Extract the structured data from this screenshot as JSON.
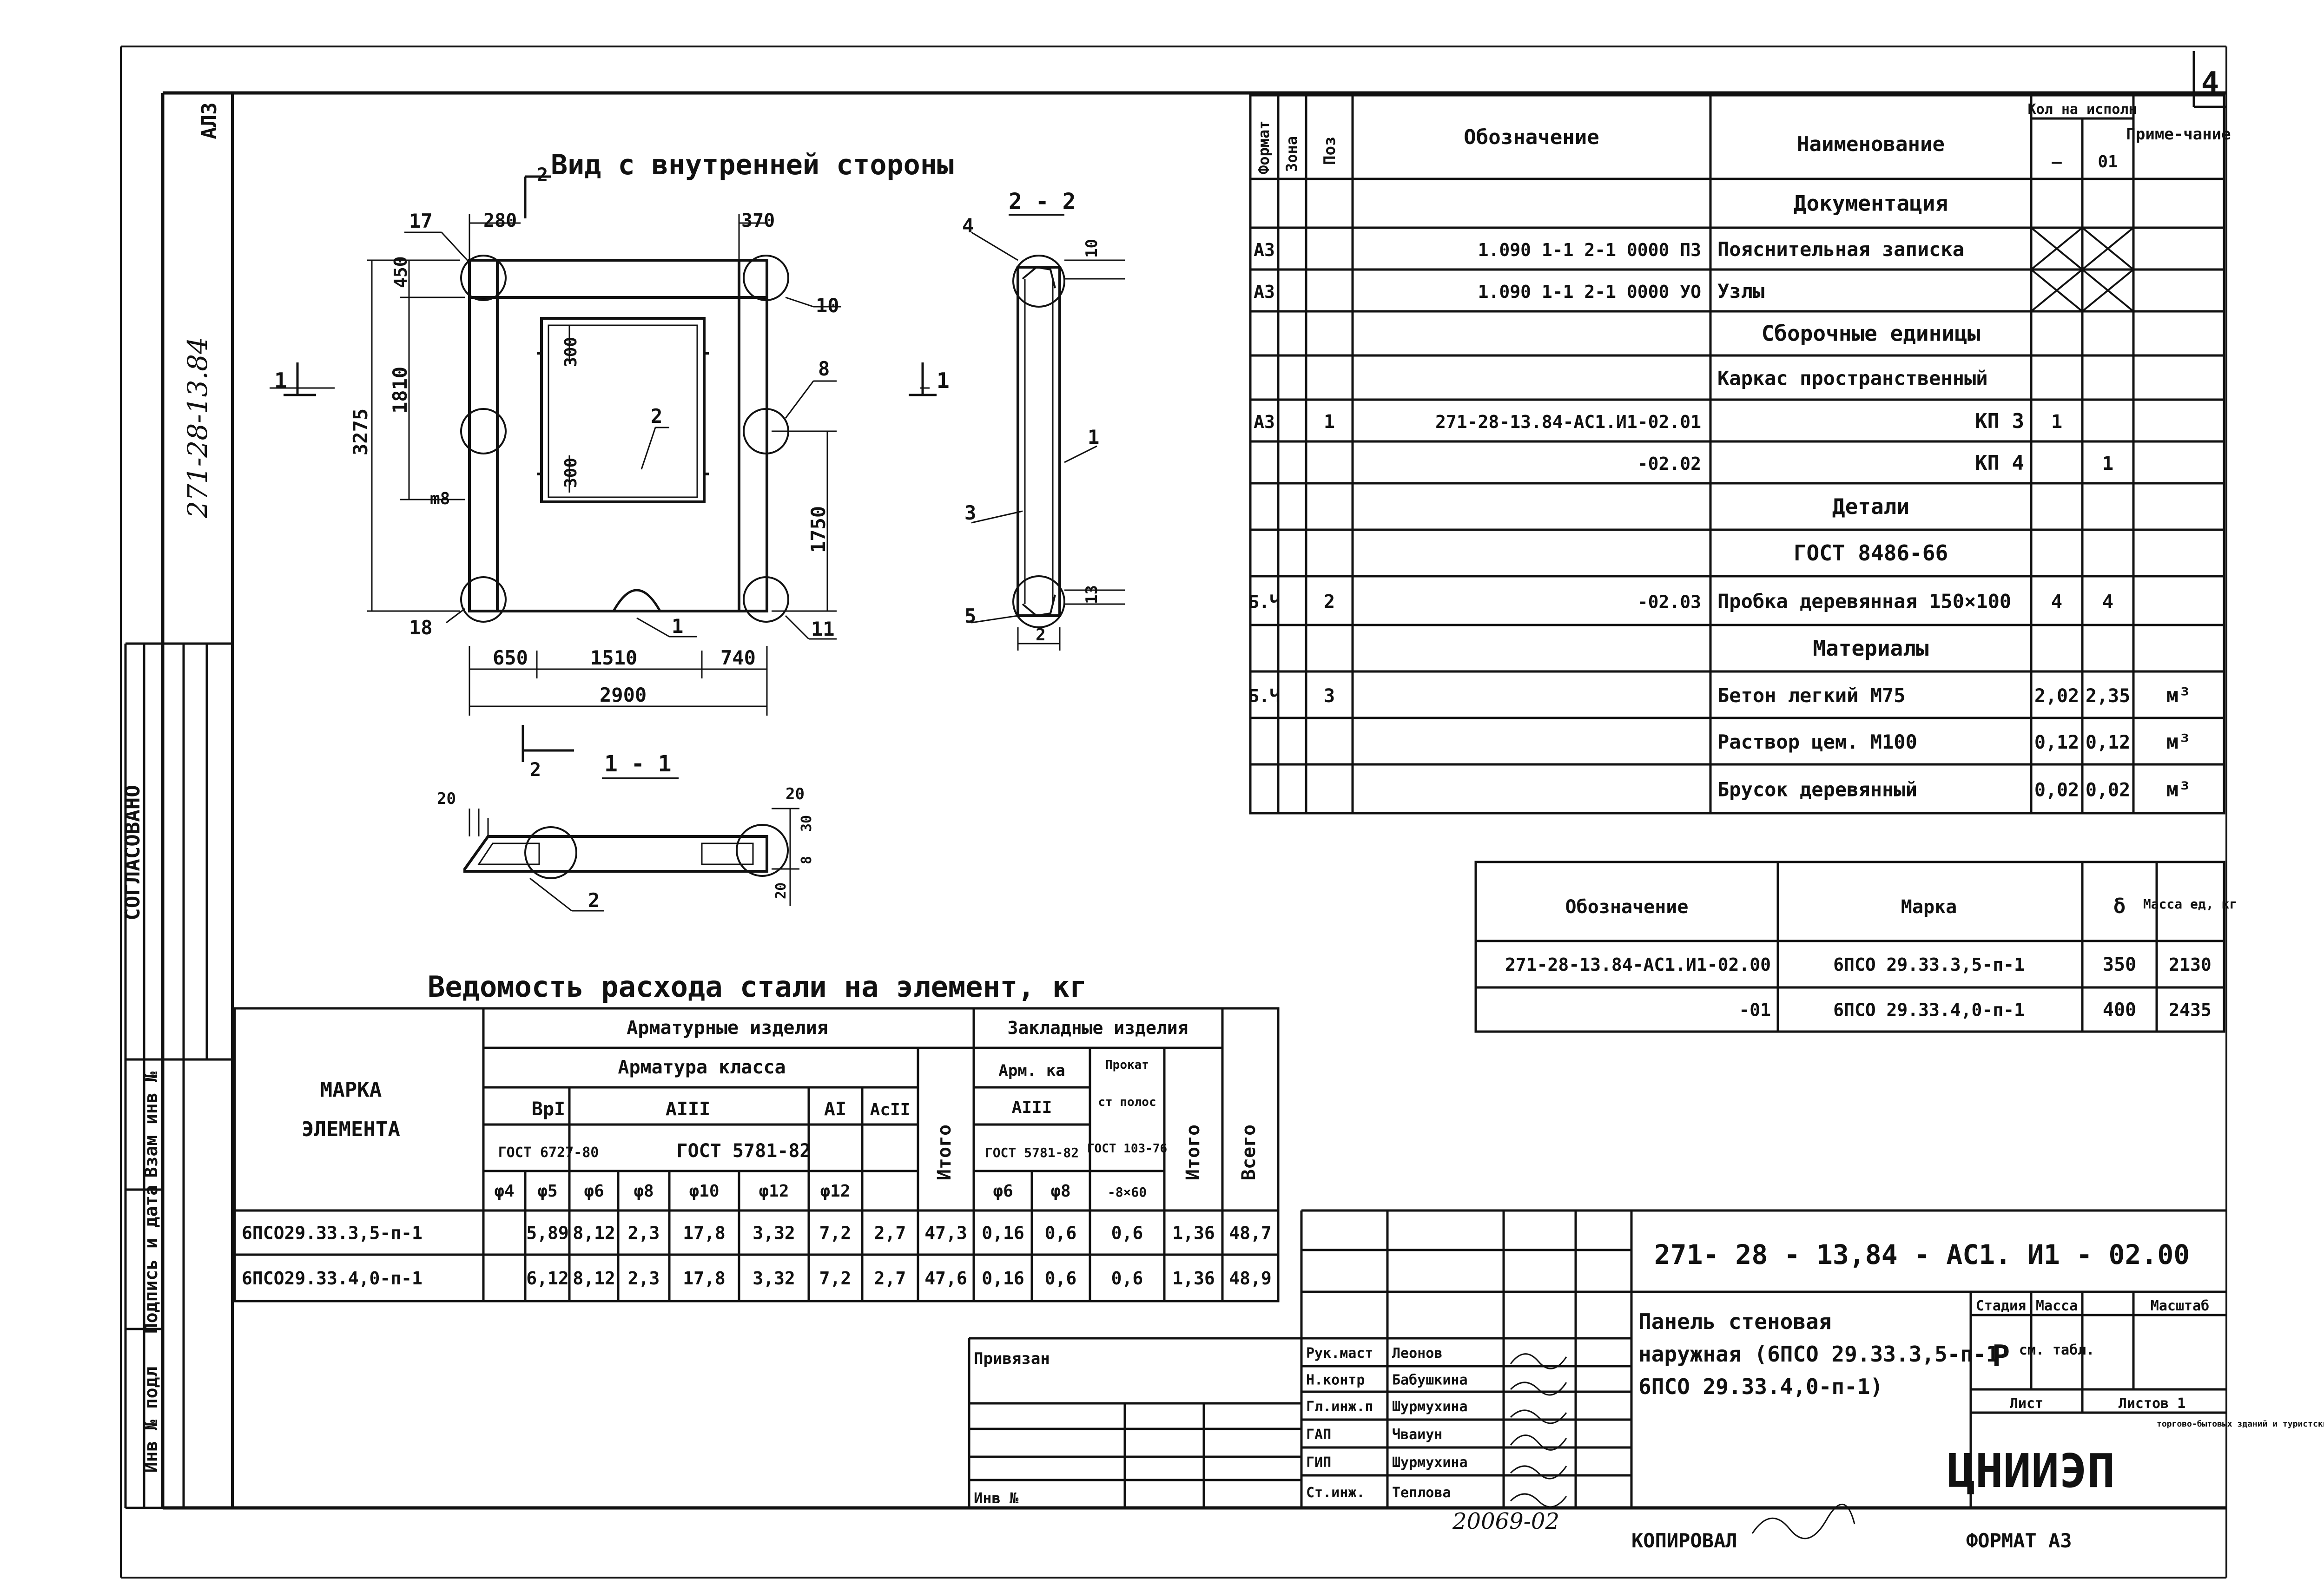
{
  "sheet": {
    "number": "4",
    "corner_code": "АЛЗ",
    "side_code": "271-28-13.84",
    "bottom_number": "20069-02",
    "copied_label": "КОПИРОВАЛ",
    "format_label": "ФОРМАТ АЗ"
  },
  "side_stamp": {
    "agreed": "СОГЛАСОВАНО",
    "inv_pod": "Инв № подл",
    "podpis": "Подпись и дата",
    "vzam": "Взам инв №"
  },
  "drawing": {
    "view_title": "Вид с внутренней стороны",
    "section_22": "2 - 2",
    "section_11": "1 - 1",
    "dims": {
      "d280": "280",
      "d370": "370",
      "d450": "450",
      "d1810": "1810",
      "d3275": "3275",
      "d300a": "300",
      "d300b": "300",
      "d1750": "1750",
      "d650": "650",
      "d1510": "1510",
      "d740": "740",
      "d2900": "2900",
      "d10": "10",
      "d13": "13",
      "d20a": "20",
      "d20b": "20",
      "d30": "30",
      "d8": "8",
      "d20c": "20",
      "m8": "m8"
    },
    "callouts": {
      "c17": "17",
      "c10": "10",
      "c8": "8",
      "c2": "2",
      "c18": "18",
      "c1": "1",
      "c11": "11",
      "s4": "4",
      "s1": "1",
      "s3": "3",
      "s5": "5",
      "s2": "2",
      "k2": "2",
      "cut1l": "1",
      "cut1r": "1",
      "cut2": "2",
      "cut2b": "2"
    }
  },
  "spec": {
    "headers": {
      "format": "Формат",
      "zone": "Зона",
      "pos": "Поз",
      "designation": "Обозначение",
      "name": "Наименование",
      "qty": "Кол на исполн",
      "qty_a": "—",
      "qty_b": "01",
      "note": "Приме-чание"
    },
    "rows": [
      {
        "format": "",
        "pos": "",
        "designation": "",
        "name": "Документация",
        "a": "",
        "b": "",
        "note": ""
      },
      {
        "format": "АЗ",
        "pos": "",
        "designation": "1.090 1-1    2-1     0000 ПЗ",
        "name": "Пояснительная записка",
        "a": "",
        "b": "",
        "note": ""
      },
      {
        "format": "АЗ",
        "pos": "",
        "designation": "1.090 1-1    2-1     0000 УО",
        "name": "Узлы",
        "a": "",
        "b": "",
        "note": ""
      },
      {
        "format": "",
        "pos": "",
        "designation": "",
        "name": "Сборочные единицы",
        "a": "",
        "b": "",
        "note": ""
      },
      {
        "format": "",
        "pos": "",
        "designation": "",
        "name": "Каркас пространственный",
        "a": "",
        "b": "",
        "note": ""
      },
      {
        "format": "АЗ",
        "pos": "1",
        "designation": "271-28-13.84-АС1.И1-02.01",
        "name": "КП 3",
        "a": "1",
        "b": "",
        "note": ""
      },
      {
        "format": "",
        "pos": "",
        "designation": "-02.02",
        "name": "КП 4",
        "a": "",
        "b": "1",
        "note": ""
      },
      {
        "format": "",
        "pos": "",
        "designation": "",
        "name": "Детали",
        "a": "",
        "b": "",
        "note": ""
      },
      {
        "format": "",
        "pos": "",
        "designation": "",
        "name": "ГОСТ 8486-66",
        "a": "",
        "b": "",
        "note": ""
      },
      {
        "format": "Б.Ч",
        "pos": "2",
        "designation": "-02.03",
        "name": "Пробка деревянная 150×100",
        "a": "4",
        "b": "4",
        "note": ""
      },
      {
        "format": "",
        "pos": "",
        "designation": "",
        "name": "Материалы",
        "a": "",
        "b": "",
        "note": ""
      },
      {
        "format": "Б.Ч",
        "pos": "3",
        "designation": "",
        "name": "Бетон легкий М75",
        "a": "2,02",
        "b": "2,35",
        "note": "м³"
      },
      {
        "format": "",
        "pos": "",
        "designation": "",
        "name": "Раствор цем. М100",
        "a": "0,12",
        "b": "0,12",
        "note": "м³"
      },
      {
        "format": "",
        "pos": "",
        "designation": "",
        "name": "Брусок деревянный",
        "a": "0,02",
        "b": "0,02",
        "note": "м³"
      }
    ]
  },
  "marks": {
    "headers": {
      "designation": "Обозначение",
      "mark": "Марка",
      "delta": "δ",
      "mass": "Масса ед, кг"
    },
    "rows": [
      {
        "designation": "271-28-13.84-АС1.И1-02.00",
        "mark": "6ПСО 29.33.3,5-п-1",
        "delta": "350",
        "mass": "2130"
      },
      {
        "designation": "-01",
        "mark": "6ПСО 29.33.4,0-п-1",
        "delta": "400",
        "mass": "2435"
      }
    ]
  },
  "steel": {
    "title": "Ведомость расхода стали на элемент, кг",
    "h_mark": "Марка элемента",
    "h_armat_izd": "Арматурные изделия",
    "h_armat_cls": "Арматура класса",
    "h_vpi": "ВрI",
    "h_aiii": "АIII",
    "h_ai": "АI",
    "h_aii": "АсII",
    "h_gost6727": "ГОСТ 6727-80",
    "h_gost5781": "ГОСТ 5781-82",
    "h_itogo1": "Итого",
    "h_zakl": "Закладные изделия",
    "h_armka": "Арм. ка",
    "h_prokat": "Прокат",
    "h_aiii2": "АIII",
    "h_gost5781b": "ГОСТ 5781-82",
    "h_polos": "ст полос",
    "h_gost103": "ГОСТ 103-76",
    "h_itogo2": "Итого",
    "h_vsego": "Всего",
    "diams": [
      "φ4",
      "φ5",
      "φ6",
      "φ8",
      "φ10",
      "φ12",
      "φ12",
      "φ6",
      "φ8",
      "-8×60"
    ],
    "rows": [
      {
        "mark": "6ПСО29.33.3,5-п-1",
        "v": [
          "5,89",
          "8,12",
          "2,3",
          "17,8",
          "3,32",
          "7,2",
          "2,7",
          "47,3",
          "0,16",
          "0,6",
          "0,6",
          "1,36",
          "48,7"
        ]
      },
      {
        "mark": "6ПСО29.33.4,0-п-1",
        "v": [
          "6,12",
          "8,12",
          "2,3",
          "17,8",
          "3,32",
          "7,2",
          "2,7",
          "47,6",
          "0,16",
          "0,6",
          "0,6",
          "1,36",
          "48,9"
        ]
      }
    ]
  },
  "title_block": {
    "code": "271- 28 - 13,84 - АС1. И1 - 02.00",
    "name": "Панель стеновая наружная (6ПСО 29.33.3,5-п-1 6ПСО 29.33.4,0-п-1)",
    "name_l1": "Панель  стеновая",
    "name_l2": "наружная (6ПСО 29.33.3,5-п-1",
    "name_l3": "6ПСО 29.33.4,0-п-1)",
    "stage_h": "Стадия",
    "mass_h": "Масса",
    "scale_h": "Масштаб",
    "stage": "Р",
    "mass": "см. табл.",
    "sheet_h": "Лист",
    "sheets_h": "Листов 1",
    "org": "ЦНИИЭП",
    "org_full": "торгово-бытовых зданий и туристских комплексов",
    "privyazan": "Привязан",
    "inv": "Инв №",
    "people": [
      {
        "role": "Рук.маст",
        "name": "Леонов"
      },
      {
        "role": "Н.контр",
        "name": "Бабушкина"
      },
      {
        "role": "Гл.инж.п",
        "name": "Шурмухина"
      },
      {
        "role": "ГАП",
        "name": "Чваиун"
      },
      {
        "role": "ГИП",
        "name": "Шурмухина"
      },
      {
        "role": "Ст.инж.",
        "name": "Теплова"
      }
    ]
  }
}
